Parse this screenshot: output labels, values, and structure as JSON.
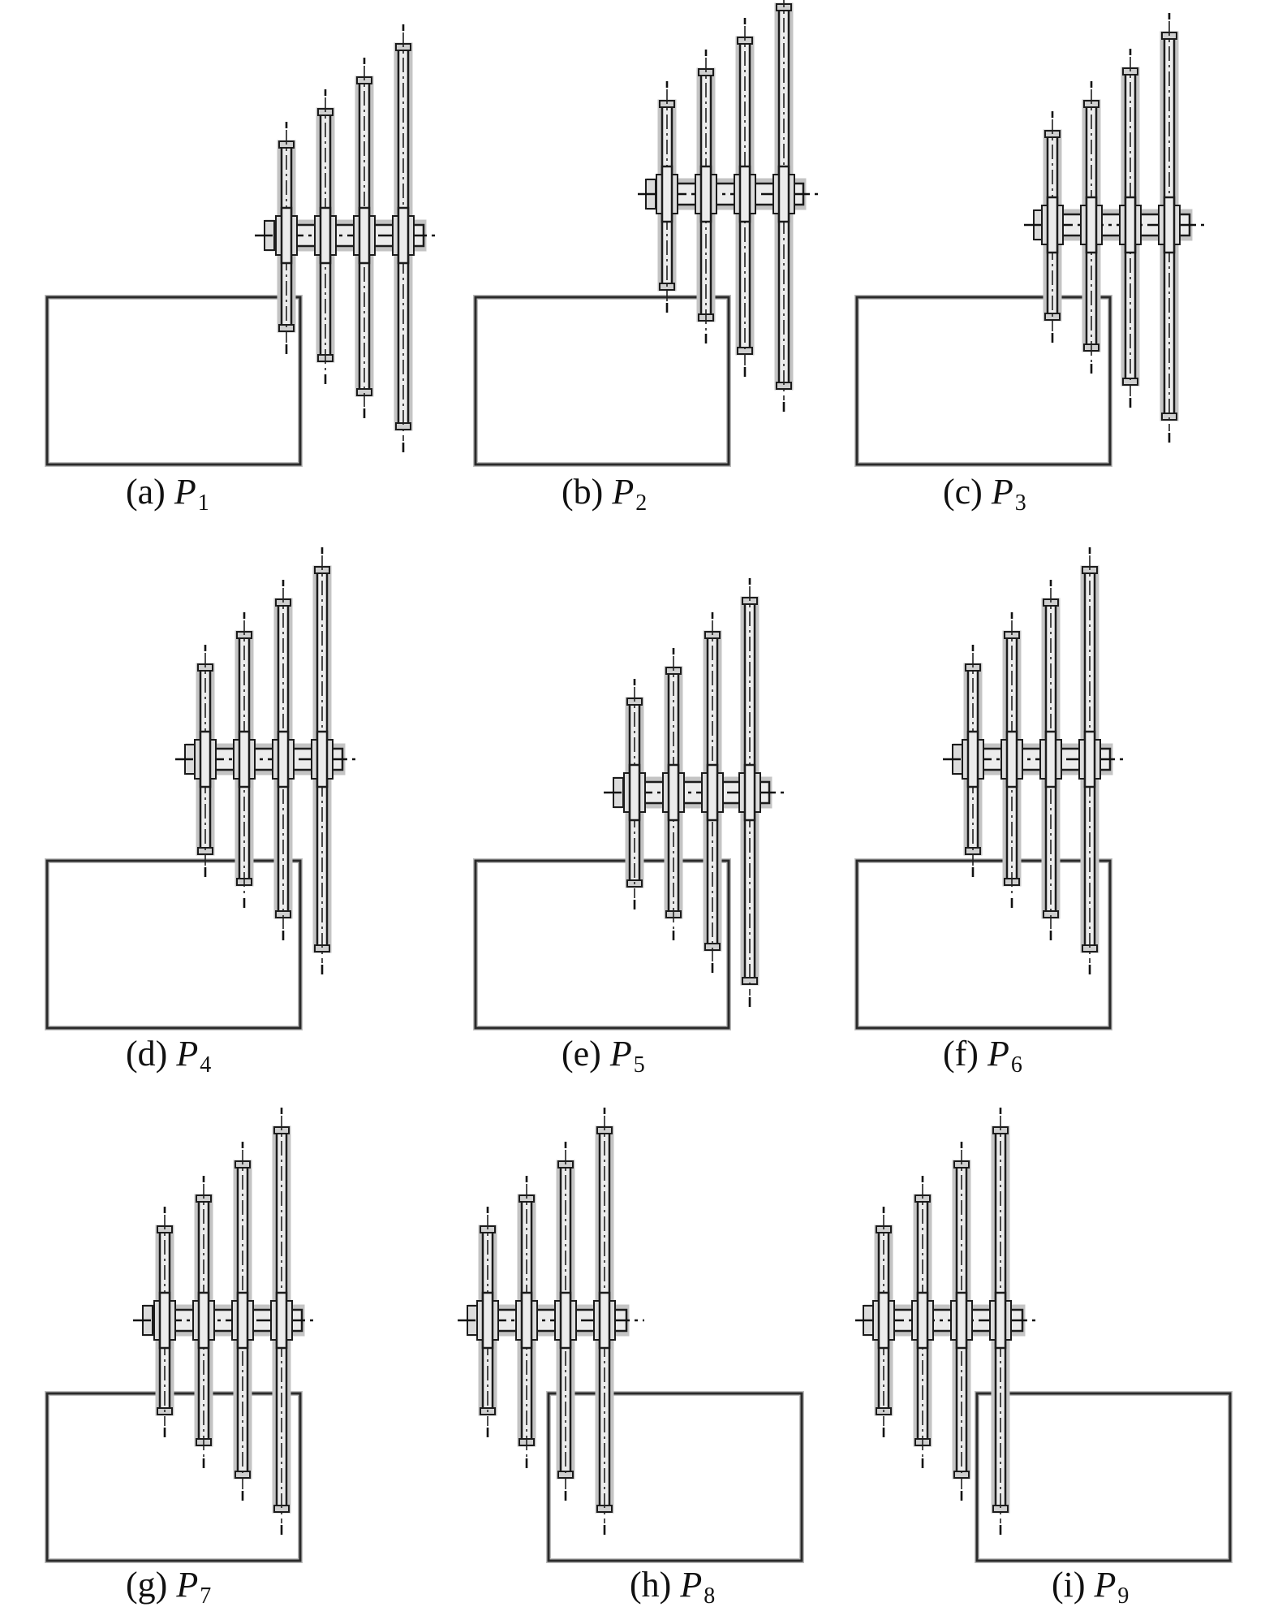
{
  "figure": {
    "panels": [
      {
        "caption_prefix": "(a)",
        "variable": "P",
        "subscript": "1"
      },
      {
        "caption_prefix": "(b)",
        "variable": "P",
        "subscript": "2"
      },
      {
        "caption_prefix": "(c)",
        "variable": "P",
        "subscript": "3"
      },
      {
        "caption_prefix": "(d)",
        "variable": "P",
        "subscript": "4"
      },
      {
        "caption_prefix": "(e)",
        "variable": "P",
        "subscript": "5"
      },
      {
        "caption_prefix": "(f)",
        "variable": "P",
        "subscript": "6"
      },
      {
        "caption_prefix": "(g)",
        "variable": "P",
        "subscript": "7"
      },
      {
        "caption_prefix": "(h)",
        "variable": "P",
        "subscript": "8"
      },
      {
        "caption_prefix": "(i)",
        "variable": "P",
        "subscript": "9"
      }
    ],
    "colors": {
      "line": "#1c1c1c",
      "fill": "#ececec",
      "halo": "#c4c4c4",
      "background": "#ffffff"
    }
  }
}
